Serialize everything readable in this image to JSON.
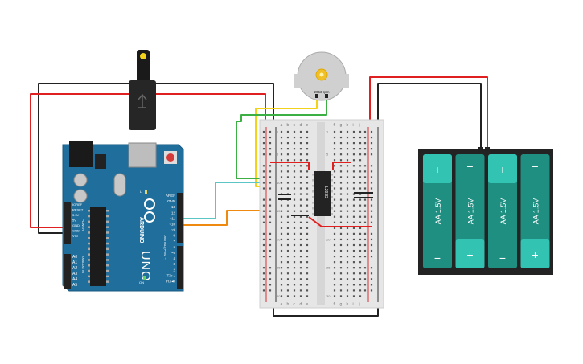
{
  "arduino": {
    "board_name": "UNO",
    "brand": "ARDUINO",
    "power_label": "POWER",
    "analog_label": "ANALOG IN",
    "digital_label": "DIGITAL (PWM ~)",
    "pins_left": [
      "IOREF",
      "RESET",
      "3.3V",
      "5V",
      "GND",
      "GND",
      "VIN"
    ],
    "pins_analog": [
      "A0",
      "A1",
      "A2",
      "A3",
      "A4",
      "A5"
    ],
    "pins_right": [
      "AREF",
      "GND",
      "13",
      "12",
      "~11",
      "~10",
      "~9",
      "8",
      "7",
      "~6",
      "~5",
      "4",
      "~3",
      "2",
      "TX▸1",
      "RX◂0"
    ],
    "led_l": "L",
    "led_tx": "TX",
    "led_rx": "RX",
    "on_label": "ON"
  },
  "motor": {
    "label": "2053 rpm"
  },
  "driver_ic": {
    "label": "L293D"
  },
  "breadboard": {
    "col_letters_left": [
      "a",
      "b",
      "c",
      "d",
      "e"
    ],
    "col_letters_right": [
      "f",
      "g",
      "h",
      "i",
      "j"
    ],
    "row_numbers": [
      "1",
      "5",
      "10",
      "15",
      "20",
      "25",
      "30"
    ]
  },
  "battery_pack": {
    "cells": [
      {
        "label": "AA 1.5V",
        "orientation": "plus-top"
      },
      {
        "label": "AA 1.5V",
        "orientation": "plus-bottom"
      },
      {
        "label": "AA 1.5V",
        "orientation": "plus-top"
      },
      {
        "label": "AA 1.5V",
        "orientation": "plus-bottom"
      }
    ],
    "plus_symbol": "+",
    "minus_symbol": "−"
  },
  "colors": {
    "wire_red": "#e02020",
    "wire_black": "#222222",
    "wire_yellow": "#f2d21b",
    "wire_green": "#3cb043",
    "wire_teal": "#5cc6c6",
    "wire_orange": "#ee8a10",
    "board_blue": "#1f6e9c",
    "battery_teal": "#2bb5a5",
    "breadboard": "#e8e8e8"
  }
}
